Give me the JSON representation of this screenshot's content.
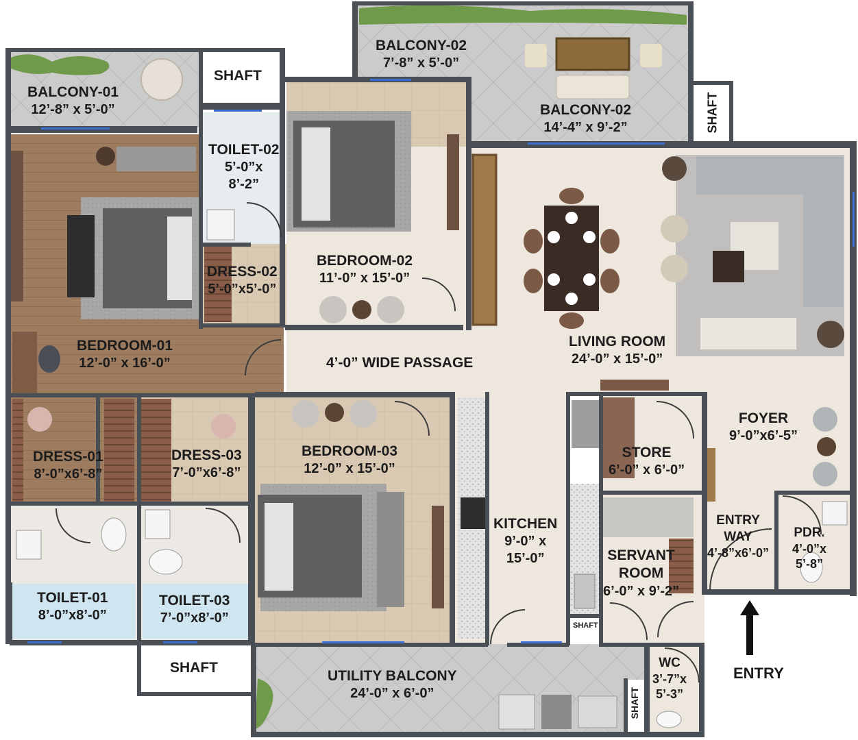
{
  "rooms": {
    "balcony_01": {
      "name": "BALCONY-01",
      "dim": "12’-8” x 5’-0”"
    },
    "shaft_top_left": {
      "name": "SHAFT"
    },
    "balcony_02_small": {
      "name": "BALCONY-02",
      "dim": "7’-8” x 5’-0”"
    },
    "balcony_02_large": {
      "name": "BALCONY-02",
      "dim": "14’-4” x 9’-2”"
    },
    "shaft_top_right": {
      "name": "SHAFT"
    },
    "toilet_02": {
      "name": "TOILET-02",
      "dim1": "5’-0”x",
      "dim2": "8’-2”"
    },
    "dress_02": {
      "name": "DRESS-02",
      "dim": "5’-0”x5’-0”"
    },
    "bedroom_02": {
      "name": "BEDROOM-02",
      "dim": "11’-0” x 15’-0”"
    },
    "bedroom_01": {
      "name": "BEDROOM-01",
      "dim": "12’-0” x 16’-0”"
    },
    "passage": {
      "name": "4’-0” WIDE PASSAGE"
    },
    "living_room": {
      "name": "LIVING ROOM",
      "dim": "24’-0” x 15’-0”"
    },
    "foyer": {
      "name": "FOYER",
      "dim": "9’-0”x6’-5”"
    },
    "dress_01": {
      "name": "DRESS-01",
      "dim": "8’-0”x6’-8”"
    },
    "dress_03": {
      "name": "DRESS-03",
      "dim": "7’-0”x6’-8”"
    },
    "bedroom_03": {
      "name": "BEDROOM-03",
      "dim": "12’-0” x 15’-0”"
    },
    "store": {
      "name": "STORE",
      "dim": "6’-0” x 6’-0”"
    },
    "kitchen": {
      "name": "KITCHEN",
      "dim1": "9’-0” x",
      "dim2": "15’-0”"
    },
    "servant_room": {
      "name1": "SERVANT",
      "name2": "ROOM",
      "dim": "6’-0” x 9’-2”"
    },
    "entry_way": {
      "name1": "ENTRY",
      "name2": "WAY",
      "dim": "4’-8”x6’-0”"
    },
    "pdr": {
      "name": "PDR.",
      "dim1": "4’-0”x",
      "dim2": "5’-8”"
    },
    "toilet_01": {
      "name": "TOILET-01",
      "dim": "8’-0”x8’-0”"
    },
    "toilet_03": {
      "name": "TOILET-03",
      "dim": "7’-0”x8’-0”"
    },
    "shaft_bottom_left": {
      "name": "SHAFT"
    },
    "shaft_kitchen": {
      "name": "SHAFT"
    },
    "utility_balcony": {
      "name": "UTILITY BALCONY",
      "dim": "24’-0” x 6’-0”"
    },
    "shaft_utility": {
      "name": "SHAFT"
    },
    "wc": {
      "name": "WC",
      "dim1": "3’-7”x",
      "dim2": "5’-3”"
    }
  },
  "entry": {
    "label": "ENTRY"
  },
  "colors": {
    "wall": "#4a4e55",
    "wood_floor": "#9c7a5e",
    "beige_floor": "#d8c8b2",
    "light_floor": "#ece6dc",
    "balcony_tile": "#c9c9c9",
    "toilet_floor": "#dde6ec",
    "kitchen_counter": "#dcdcdc",
    "window_blue": "#3b6fd4",
    "plant_green": "#5c8a3a"
  }
}
